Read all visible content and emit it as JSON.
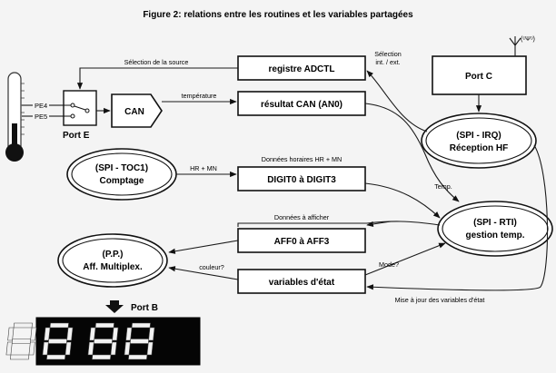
{
  "title": "Figure 2: relations entre les routines et les variables partagées",
  "boxes": {
    "adctl": "registre ADCTL",
    "result": "résultat CAN (AN0)",
    "digit": "DIGIT0 à DIGIT3",
    "aff": "AFF0 à AFF3",
    "vars": "variables d'état",
    "portc": "Port C",
    "can": "CAN"
  },
  "ovals": {
    "irq": [
      "(SPI - IRQ)",
      "Réception HF"
    ],
    "rti": [
      "(SPI - RTI)",
      "gestion temp."
    ],
    "toc1": [
      "(SPI - TOC1)",
      "Comptage"
    ],
    "pp": [
      "(P.P.)",
      "Aff. Multiplex."
    ]
  },
  "labels": {
    "selection_source": "Sélection de la source",
    "selection_int_ext": [
      "Sélection",
      "int. / ext."
    ],
    "temperature": "température",
    "donnees_horaires": "Données horaires HR + MN",
    "hr_mn": "HR + MN",
    "temp": "Temp.",
    "donnees_afficher": "Données à afficher",
    "couleur": "couleur?",
    "mode": "Mode?",
    "mise_a_jour": "Mise à jour des variables d'état",
    "pe4": "PE4",
    "pe5": "PE5",
    "port_e": "Port E",
    "port_b": "Port B"
  },
  "antenna_text": "(ᶜΨᵓ)",
  "display": {
    "digits": "8888",
    "segment_color": "#111111"
  }
}
